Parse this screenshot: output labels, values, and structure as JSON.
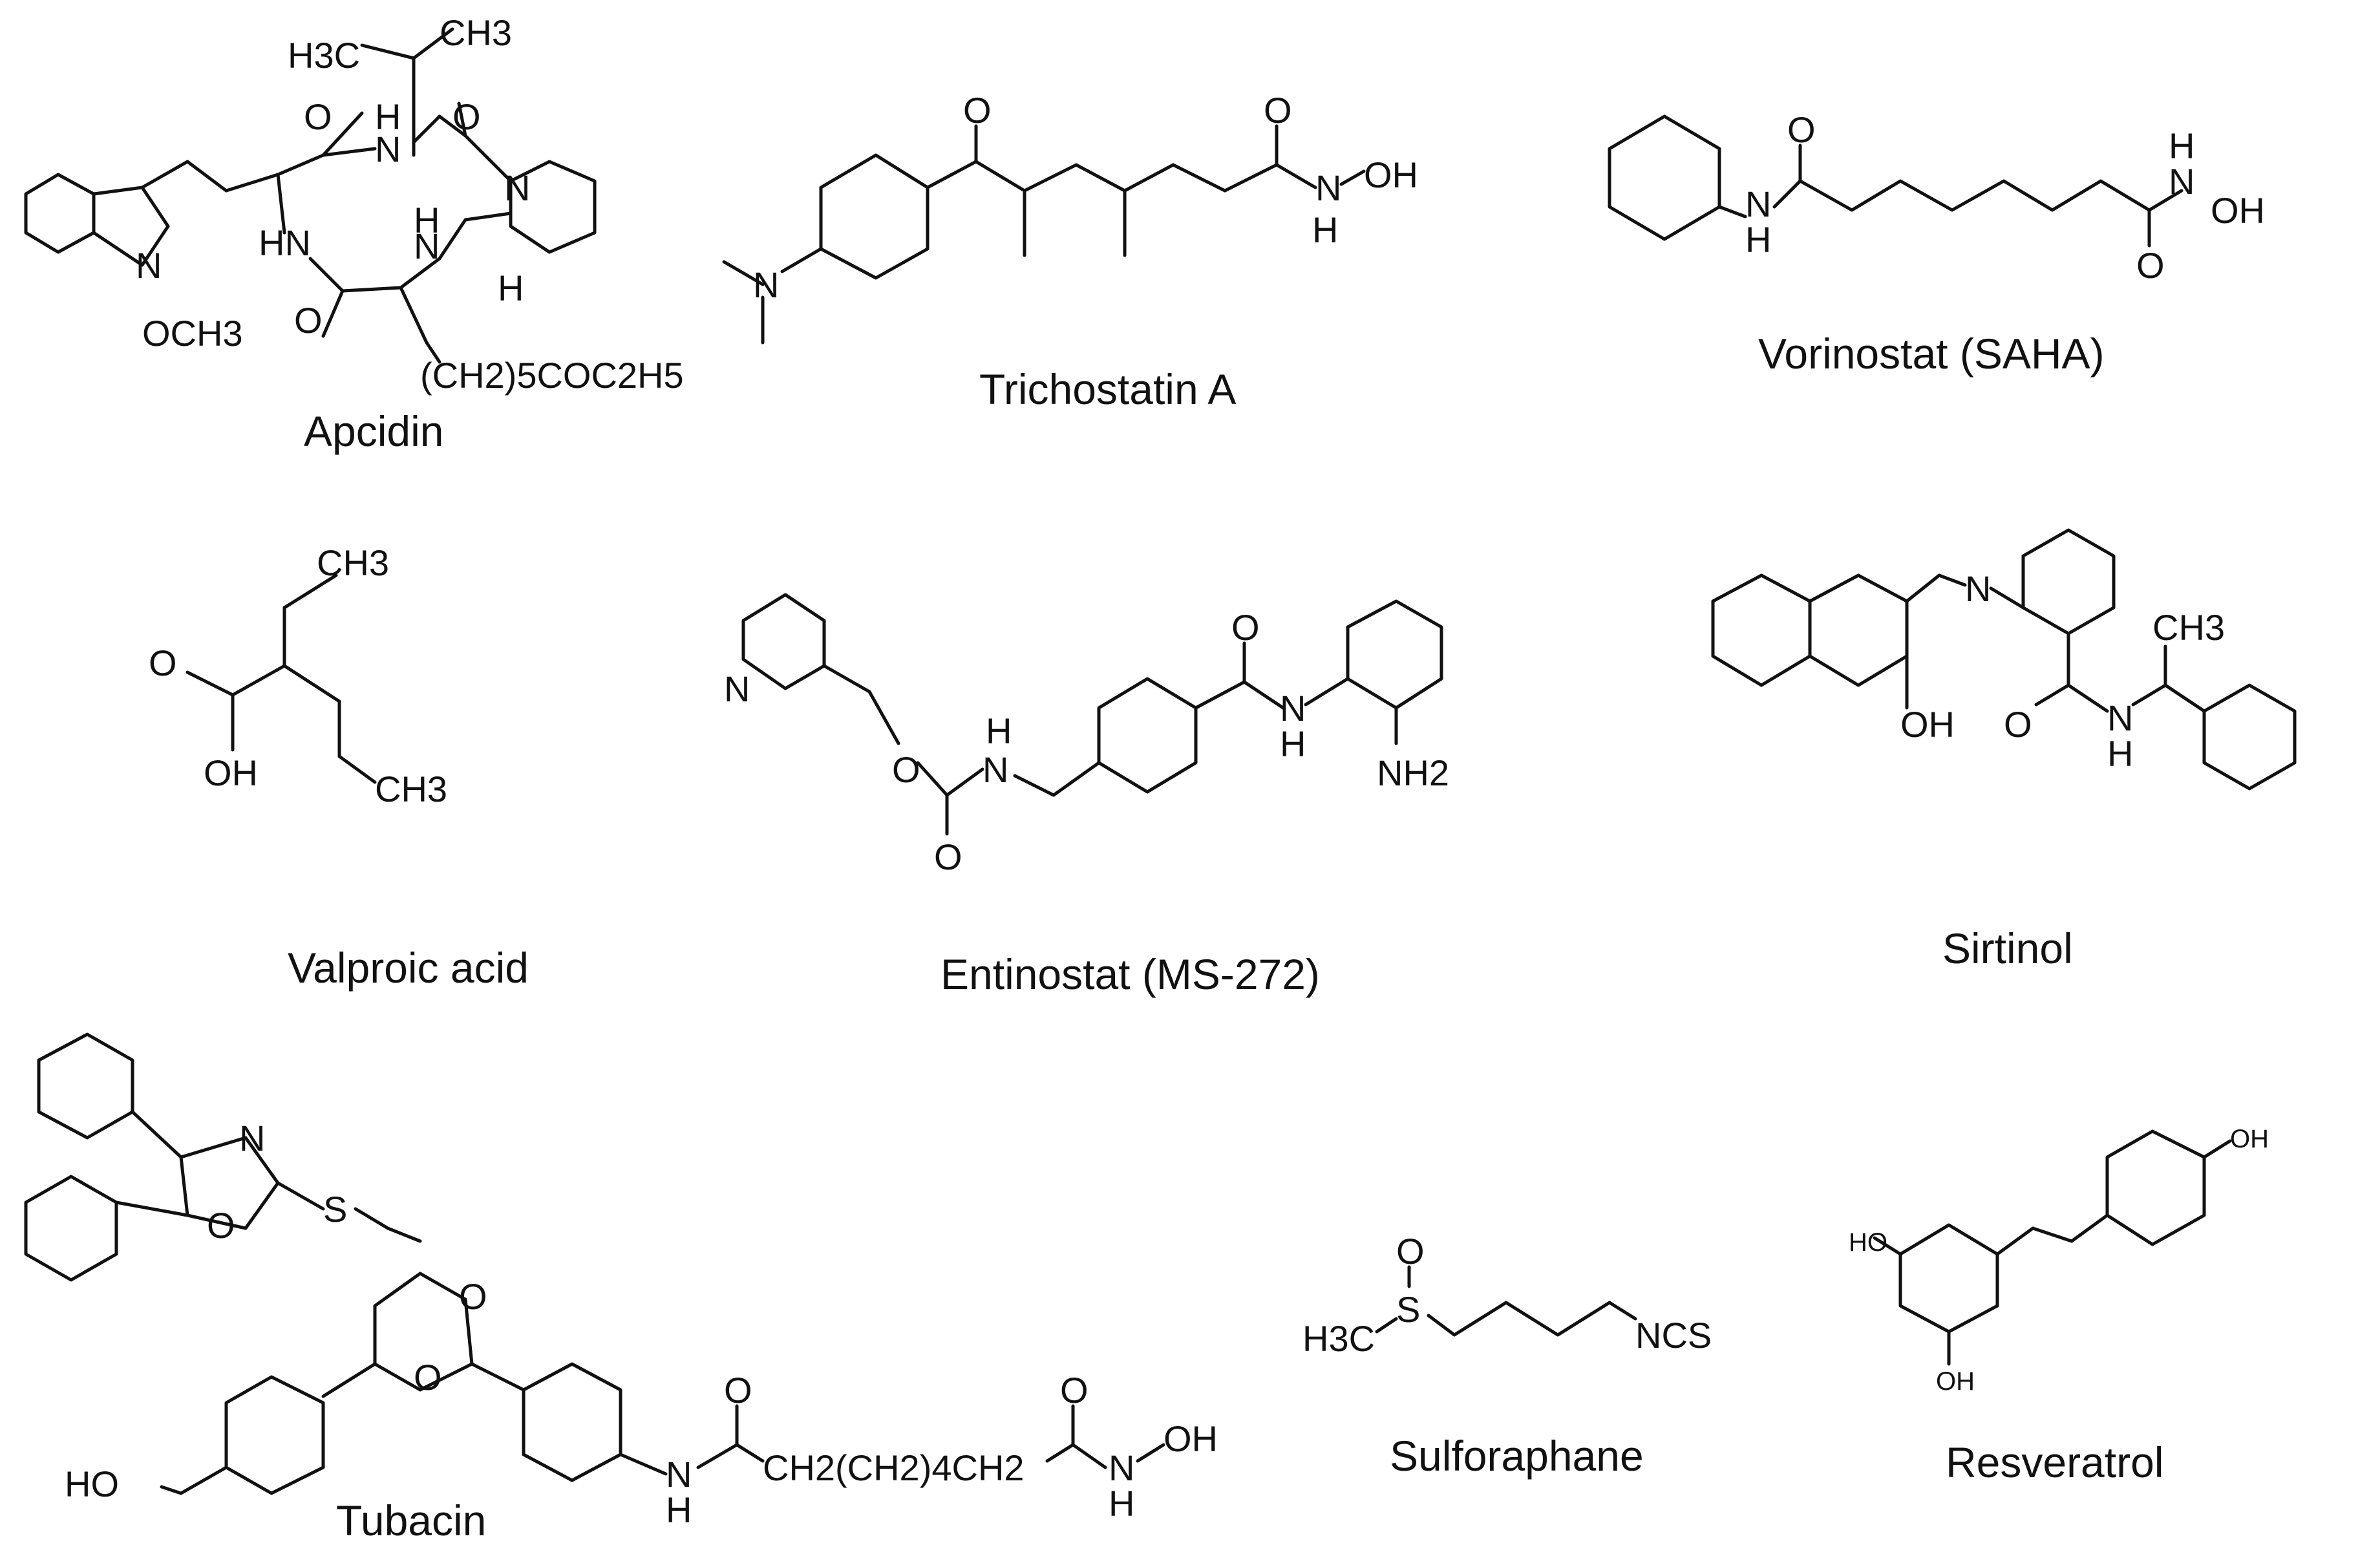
{
  "compounds": [
    {
      "id": "apcidin",
      "name": "Apcidin",
      "labels": [
        "H3C",
        "CH3",
        "O",
        "H",
        "N",
        "O",
        "N",
        "HN",
        "N",
        "O",
        "N",
        "H",
        "H",
        "OCH3",
        "(CH2)5COC2H5"
      ]
    },
    {
      "id": "trichostatin",
      "name": "Trichostatin A",
      "labels": [
        "O",
        "O",
        "N",
        "OH",
        "H",
        "N"
      ]
    },
    {
      "id": "vorinostat",
      "name": "Vorinostat (SAHA)",
      "labels": [
        "O",
        "N",
        "H",
        "H",
        "N",
        "OH",
        "O"
      ]
    },
    {
      "id": "valproic",
      "name": "Valproic acid",
      "labels": [
        "CH3",
        "O",
        "OH",
        "CH3"
      ]
    },
    {
      "id": "entinostat",
      "name": "Entinostat (MS-272)",
      "labels": [
        "N",
        "O",
        "H",
        "N",
        "O",
        "O",
        "N",
        "H",
        "NH2"
      ]
    },
    {
      "id": "sirtinol",
      "name": "Sirtinol",
      "labels": [
        "N",
        "OH",
        "O",
        "N",
        "H",
        "CH3"
      ]
    },
    {
      "id": "tubacin",
      "name": "Tubacin",
      "labels": [
        "N",
        "O",
        "S",
        "O",
        "O",
        "HO",
        "N",
        "H",
        "O",
        "CH2(CH2)4CH2",
        "O",
        "N",
        "OH",
        "H"
      ]
    },
    {
      "id": "sulforaphane",
      "name": "Sulforaphane",
      "labels": [
        "O",
        "S",
        "H3C",
        "NCS"
      ]
    },
    {
      "id": "resveratrol",
      "name": "Resveratrol",
      "labels": [
        "OH",
        "HO",
        "OH"
      ]
    }
  ]
}
